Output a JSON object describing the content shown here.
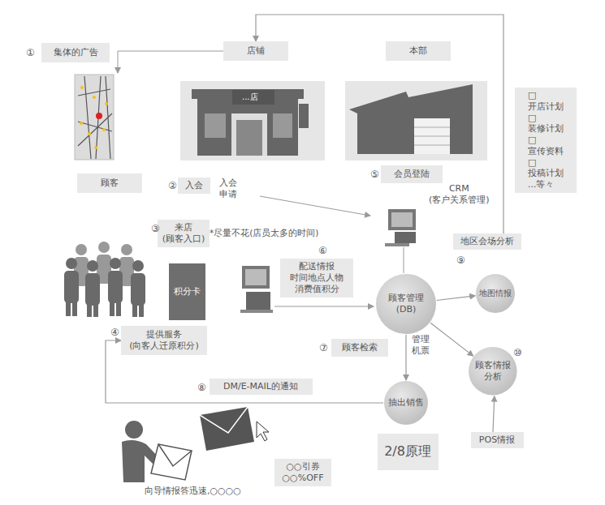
{
  "diagram": {
    "nodes": [
      {
        "text": [
          "集体的广告"
        ]
      },
      {
        "text": [
          "店铺"
        ]
      },
      {
        "text": [
          "本部"
        ]
      },
      {
        "text": [
          "□开店计划 □装修计划 □宣传资料 □投稿计划 ...等々"
        ]
      },
      {
        "text": [
          "顾客"
        ]
      },
      {
        "text": [
          "入会"
        ]
      },
      {
        "text": [
          "会员登陆"
        ]
      },
      {
        "text": [
          "来店 (顾客入口)"
        ]
      },
      {
        "text": [
          "地区会场分析"
        ]
      },
      {
        "text": [
          "积分卡"
        ]
      },
      {
        "text": [
          "配送情报 时间地点人物 消费值积分"
        ]
      },
      {
        "text": [
          "顾客管理 (DB)"
        ]
      },
      {
        "text": [
          "地图情报"
        ]
      },
      {
        "text": [
          "提供服务 (向客人迁原积分)"
        ]
      },
      {
        "text": [
          "顾客检索"
        ]
      },
      {
        "text": [
          "顾客情报分析"
        ]
      },
      {
        "text": [
          "DM/E-MAIL的通知"
        ]
      },
      {
        "text": [
          "抽出销售"
        ]
      },
      {
        "text": [
          "2/8原理"
        ]
      },
      {
        "text": [
          "POS情报"
        ]
      },
      {
        "text": [
          "○○引券 ○○%OFF"
        ]
      }
    ],
    "edges": [
      {
        "from": 8,
        "to": 1,
        "arrow": "to"
      },
      {
        "from": 11,
        "to": 12,
        "arrow": "to"
      },
      {
        "from": 11,
        "to": 15,
        "arrow": "to"
      },
      {
        "from": 19,
        "to": 15,
        "arrow": "to"
      },
      {
        "from": 11,
        "to": 17,
        "label": "管理 机票",
        "arrow": "to"
      },
      {
        "from": 17,
        "to": 13,
        "arrow": "to"
      }
    ],
    "labels": [
      "①",
      "②",
      "入会 申请",
      "③",
      "*尽量不花(店员太多的时间)",
      "④",
      "⑤",
      "CRM (客户关系管理)",
      "⑥",
      "⑦",
      "⑧",
      "⑨",
      "⑩",
      "...店",
      "向导情报答迅速,○○○○"
    ]
  }
}
